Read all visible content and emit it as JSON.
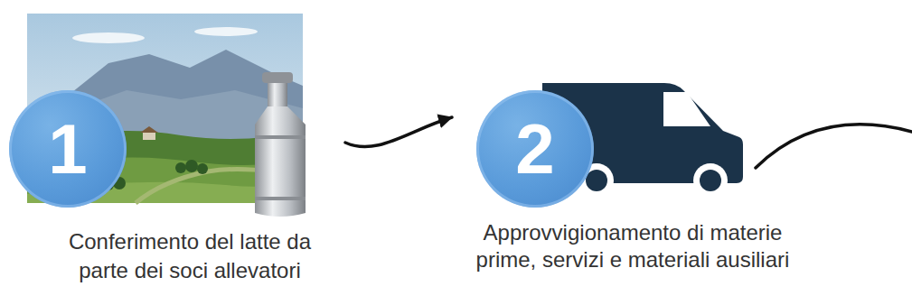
{
  "diagram": {
    "nodes": [
      {
        "text": [
          "1",
          "Conferimento del latte da parte dei soci allevatori"
        ]
      },
      {
        "text": [
          "2",
          "Approvvigionamento di materie prime, servizi e materiali ausiliari"
        ]
      }
    ],
    "edges": [
      {
        "from": 0,
        "to": 1,
        "arrow": "to"
      }
    ]
  }
}
